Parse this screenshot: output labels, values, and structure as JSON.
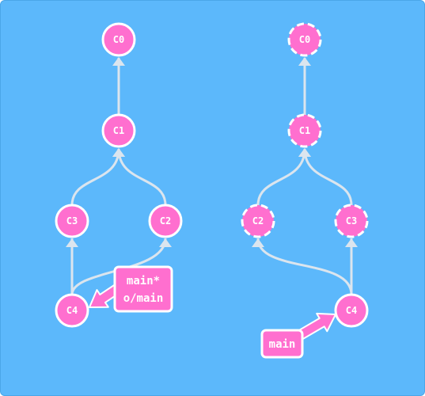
{
  "colors": {
    "background": "#5cb8fb",
    "commit_fill": "#ff6fcf",
    "commit_stroke": "#ffffff",
    "edge": "#dbe5ee",
    "branch_fill": "#ff6fcf"
  },
  "left_graph": {
    "commits": [
      {
        "id": "C0",
        "label": "C0",
        "dashed": false
      },
      {
        "id": "C1",
        "label": "C1",
        "dashed": false
      },
      {
        "id": "C3",
        "label": "C3",
        "dashed": false
      },
      {
        "id": "C2",
        "label": "C2",
        "dashed": false
      },
      {
        "id": "C4",
        "label": "C4",
        "dashed": false
      }
    ],
    "edges": [
      {
        "from": "C1",
        "to": "C0"
      },
      {
        "from": "C3",
        "to": "C1"
      },
      {
        "from": "C2",
        "to": "C1"
      },
      {
        "from": "C4",
        "to": "C3"
      },
      {
        "from": "C4",
        "to": "C2"
      }
    ],
    "branch": {
      "lines": [
        "main*",
        "o/main"
      ],
      "points_to": "C4"
    }
  },
  "right_graph": {
    "commits": [
      {
        "id": "C0",
        "label": "C0",
        "dashed": true
      },
      {
        "id": "C1",
        "label": "C1",
        "dashed": true
      },
      {
        "id": "C2",
        "label": "C2",
        "dashed": true
      },
      {
        "id": "C3",
        "label": "C3",
        "dashed": true
      },
      {
        "id": "C4",
        "label": "C4",
        "dashed": false
      }
    ],
    "edges": [
      {
        "from": "C1",
        "to": "C0"
      },
      {
        "from": "C2",
        "to": "C1"
      },
      {
        "from": "C3",
        "to": "C1"
      },
      {
        "from": "C4",
        "to": "C2"
      },
      {
        "from": "C4",
        "to": "C3"
      }
    ],
    "branch": {
      "lines": [
        "main"
      ],
      "points_to": "C4"
    }
  }
}
